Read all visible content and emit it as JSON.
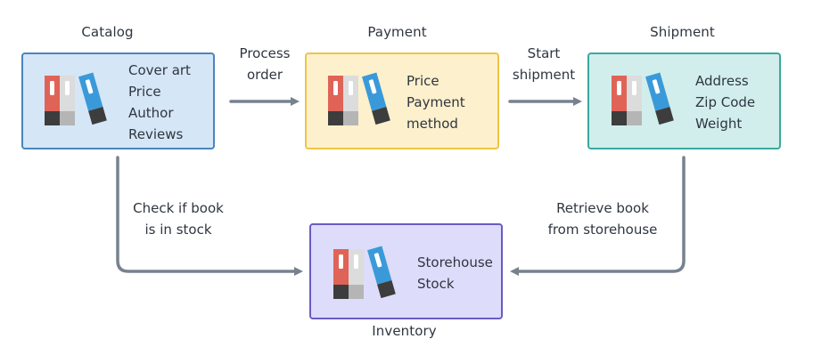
{
  "colors": {
    "connector": "#77828f",
    "book_red": "#e06357",
    "book_gray": "#dcdcdc",
    "book_blue": "#3a9ad9",
    "book_base_dark": "#3d3d3d",
    "book_base_gray": "#b5b5b5"
  },
  "nodes": {
    "catalog": {
      "title": "Catalog",
      "icon": "books-icon",
      "fields": [
        "Cover art",
        "Price",
        "Author",
        "Reviews"
      ]
    },
    "payment": {
      "title": "Payment",
      "icon": "books-icon",
      "fields": [
        "Price",
        "Payment",
        "method"
      ]
    },
    "shipment": {
      "title": "Shipment",
      "icon": "books-icon",
      "fields": [
        "Address",
        "Zip Code",
        "Weight"
      ]
    },
    "inventory": {
      "title": "Inventory",
      "icon": "books-icon",
      "fields": [
        "Storehouse",
        "Stock"
      ]
    }
  },
  "edges": {
    "catalog_to_payment": {
      "lines": [
        "Process",
        "order"
      ]
    },
    "payment_to_shipment": {
      "lines": [
        "Start",
        "shipment"
      ]
    },
    "catalog_to_inventory": {
      "lines": [
        "Check if book",
        "is in stock"
      ]
    },
    "shipment_to_inventory": {
      "lines": [
        "Retrieve book",
        "from storehouse"
      ]
    }
  }
}
